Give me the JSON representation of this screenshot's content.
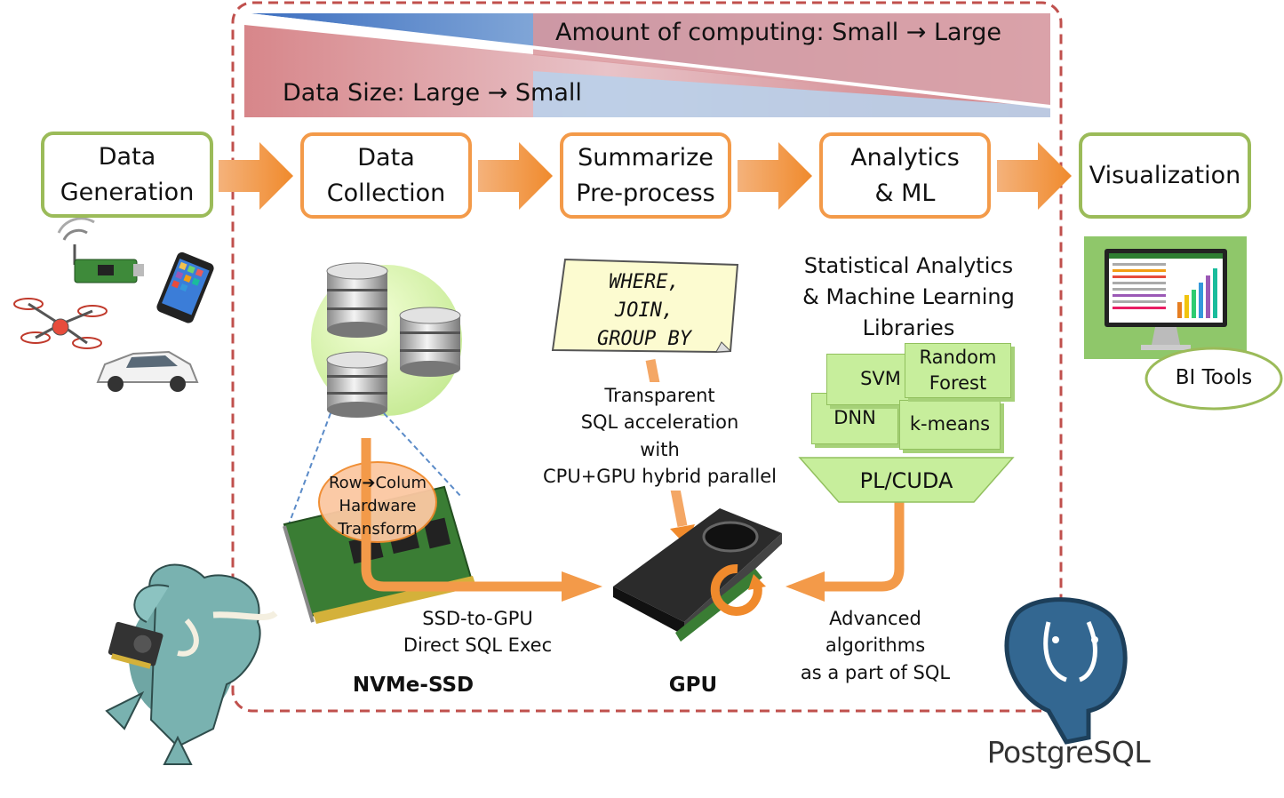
{
  "gradient_bar": {
    "top_label": "Amount of computing: Small → Large",
    "bottom_label": "Data Size: Large → Small"
  },
  "stages": {
    "data_generation": "Data\nGeneration",
    "data_collection": "Data\nCollection",
    "summarize": "Summarize\nPre-process",
    "analytics": "Analytics\n& ML",
    "visualization": "Visualization"
  },
  "sql_note": "WHERE,\nJOIN,\nGROUP BY",
  "transparent_label": "Transparent\nSQL acceleration\nwith\nCPU+GPU hybrid parallel",
  "stat_label": "Statistical Analytics\n& Machine Learning\nLibraries",
  "ml_boxes": {
    "svm": "SVM",
    "random_forest": "Random\nForest",
    "dnn": "DNN",
    "kmeans": "k-means"
  },
  "plcuda": "PL/CUDA",
  "transform_label": "Row➔Colum\nHardware\nTransform",
  "ssd_to_gpu": "SSD-to-GPU\nDirect SQL Exec",
  "advanced_label": "Advanced\nalgorithms\nas a part of SQL",
  "nvme_label": "NVMe-SSD",
  "gpu_label": "GPU",
  "bi_tools": "BI Tools",
  "postgres_logo_text": "PostgreSQL",
  "colors": {
    "dashed_border": "#c0504d",
    "arrow_orange": "#f79646",
    "stage_green": "#9bbb59",
    "stage_orange": "#f39a49",
    "computing_blue": "#4f81bd",
    "data_red": "#d99694"
  }
}
